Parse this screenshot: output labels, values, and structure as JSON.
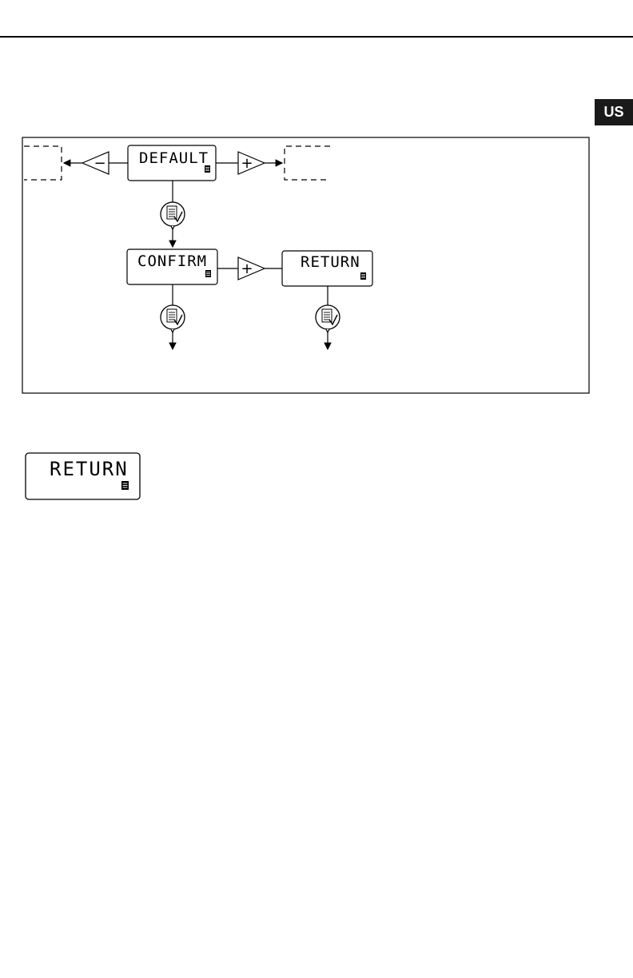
{
  "language_tab": "US",
  "flow": {
    "default_display": "DEFAULT",
    "confirm_display": "CONFIRM",
    "return_display": "RETURN",
    "minus_button": "−",
    "plus_button": "+"
  },
  "standalone": {
    "return_display": "RETURN"
  }
}
